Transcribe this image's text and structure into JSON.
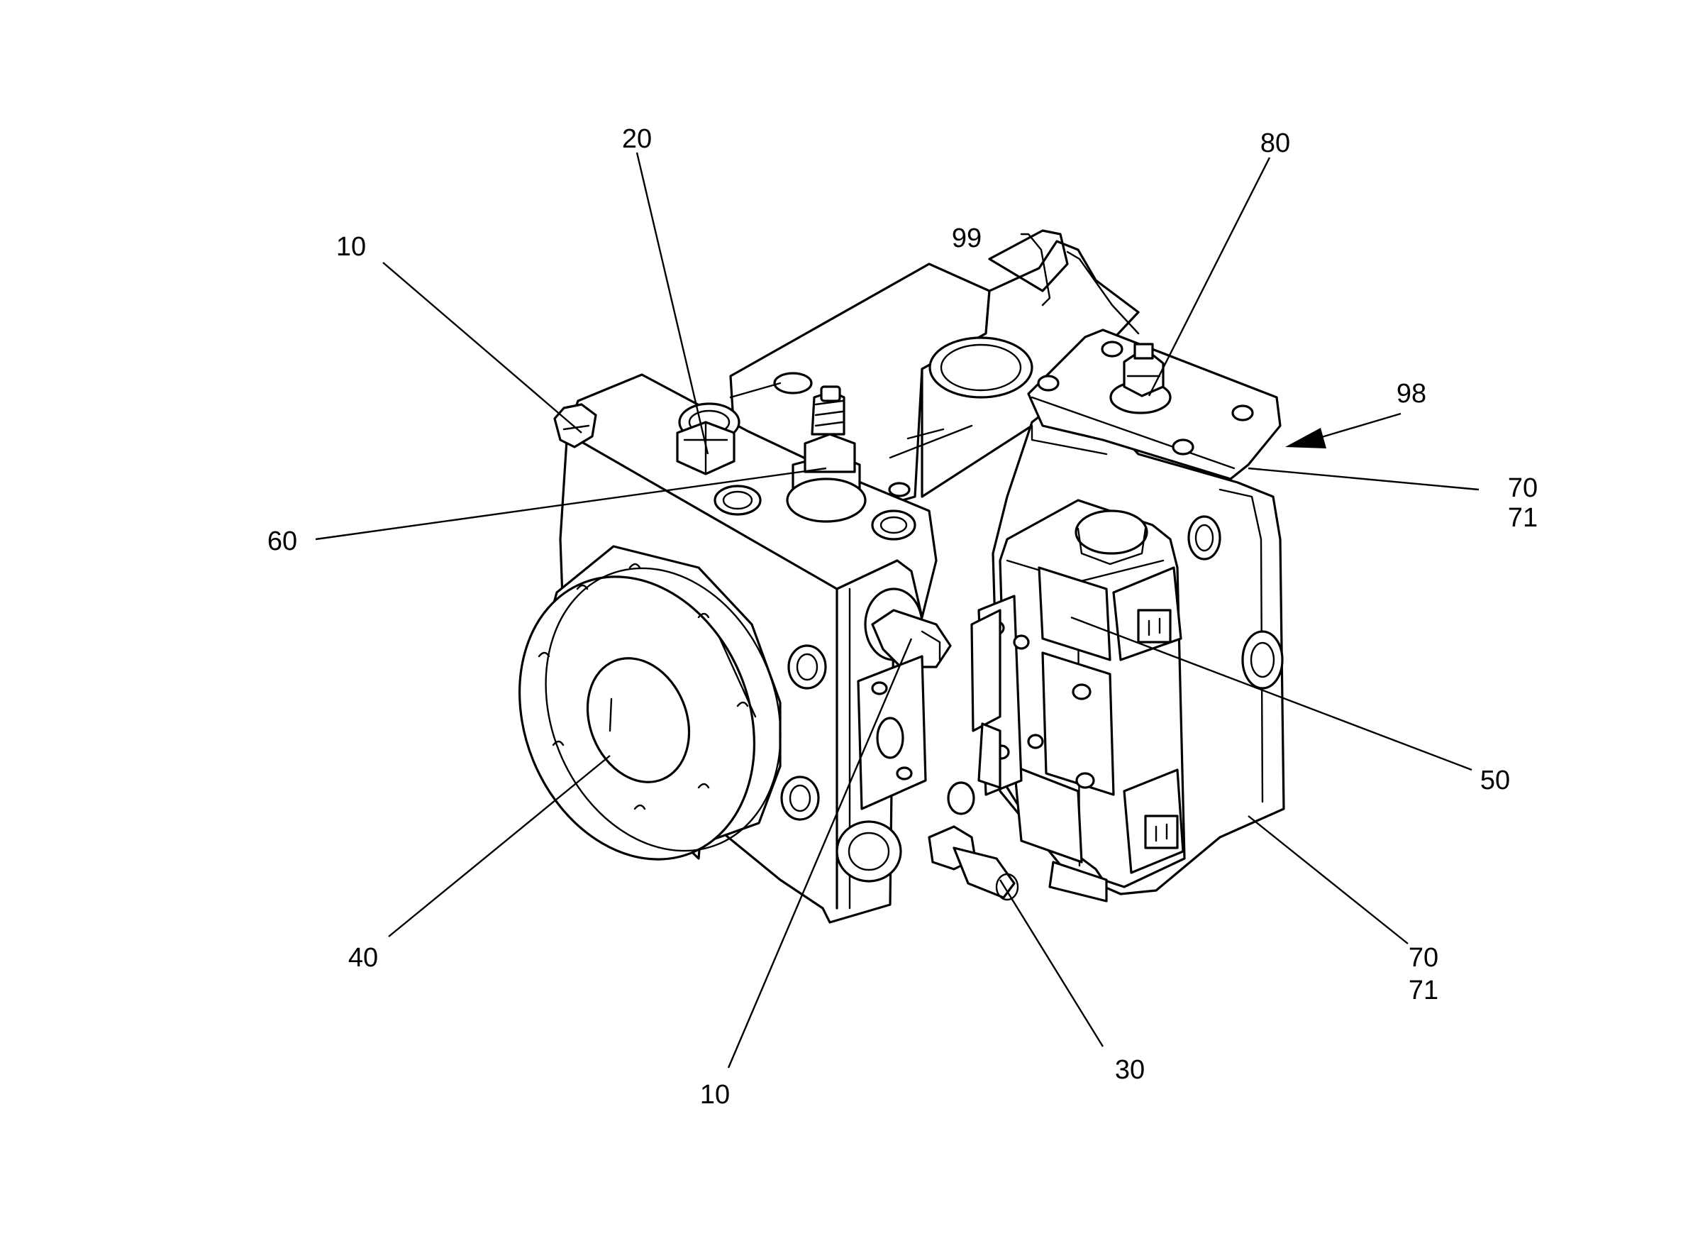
{
  "diagram": {
    "callouts": [
      {
        "id": "c10a",
        "text": "10"
      },
      {
        "id": "c20",
        "text": "20"
      },
      {
        "id": "c99",
        "text": "99"
      },
      {
        "id": "c80",
        "text": "80"
      },
      {
        "id": "c98",
        "text": "98"
      },
      {
        "id": "c70a",
        "text": "70"
      },
      {
        "id": "c71a",
        "text": "71"
      },
      {
        "id": "c60",
        "text": "60"
      },
      {
        "id": "c50",
        "text": "50"
      },
      {
        "id": "c40",
        "text": "40"
      },
      {
        "id": "c10b",
        "text": "10"
      },
      {
        "id": "c30",
        "text": "30"
      },
      {
        "id": "c70b",
        "text": "70"
      },
      {
        "id": "c71b",
        "text": "71"
      }
    ]
  }
}
